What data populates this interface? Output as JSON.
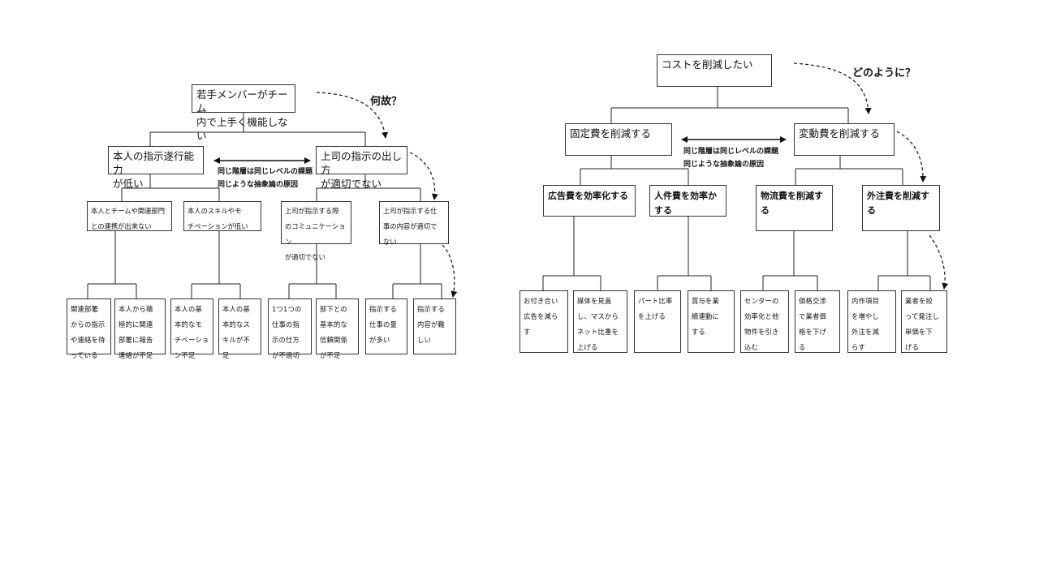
{
  "left_tree": {
    "root": "若手メンバーがチーム\n内で上手く機能しない",
    "question": "何故？",
    "level1": [
      "本人の指示遂行能力\nが低い",
      "上司の指示の出し方\nが適切でない"
    ],
    "level2": [
      "本人とチームや関連部門\nとの連携が出来ない",
      "本人のスキルやモ\nチベーションが低い",
      "上司が指示する際\nのコミュニケーション\nが適切でない",
      "上司が指示する仕\n事の内容が適切で\nない"
    ],
    "leaves": [
      "関連部署\nからの指示\nや連絡を待\nっている",
      "本人から積\n極的に関連\n部署に報告\n連絡が不足",
      "本人の基\n本的なモ\nチベーショ\nン不足",
      "本人の基\n本的なス\nキルが不\n足",
      "1つ1つの\n仕事の指\n示の仕方\nが不適切",
      "部下との\n基本的な\n信頼関係\nが不足",
      "指示する\n仕事の量\nが多い",
      "指示する\n内容が難\nしい"
    ],
    "note": "同じ階層は同じレベルの課題\n同じような抽象論の原因"
  },
  "right_tree": {
    "root": "コストを削減したい",
    "question": "どのように？",
    "level1": [
      "固定費を削減する",
      "変動費を削減する"
    ],
    "level2": [
      "広告費を効率化する",
      "人件費を効率か\nする",
      "物流費を削減す\nる",
      "外注費を削減す\nる"
    ],
    "leaves": [
      "お付き合い\n広告を減ら\nす",
      "媒体を見直\nし、マスから\nネット比重を\n上げる",
      "パート比率\nを上げる",
      "賞与を業\n績連動に\nする",
      "センターの\n効率化と他\n物件を引き\n込む",
      "価格交渉\nで業者価\n格を下げ\nる",
      "内作項目\nを増やし\n外注を減\nらす",
      "業者を絞\nって発注し\n単価を下\nげる"
    ],
    "note": "同じ階層は同じレベルの課題\n同じような抽象論の原因"
  }
}
